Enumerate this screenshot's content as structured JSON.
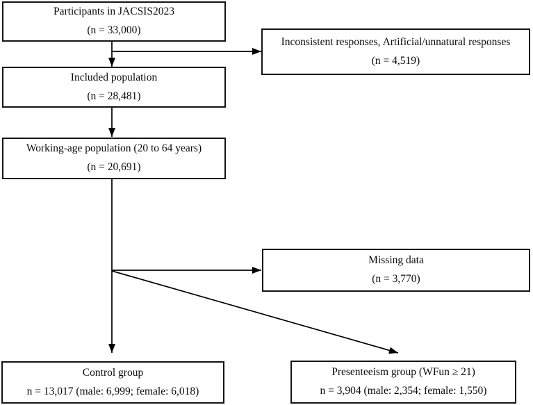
{
  "figure": {
    "type": "participant-flow-diagram",
    "background_color": "#ffffff",
    "line_color": "#000000",
    "box_border_color": "#141414",
    "boxes": [
      {
        "id": "participants",
        "line1": "Participants in JACSIS2023",
        "line2": "(n = 33,000)"
      },
      {
        "id": "inconsistent",
        "line1": "Inconsistent responses, Artificial/unnatural responses",
        "line2": "(n = 4,519)"
      },
      {
        "id": "included",
        "line1": "Included population",
        "line2": "(n = 28,481)"
      },
      {
        "id": "working_age",
        "line1": "Working-age population (20 to 64 years)",
        "line2": "(n = 20,691)"
      },
      {
        "id": "missing",
        "line1": "Missing data",
        "line2": "(n = 3,770)"
      },
      {
        "id": "control",
        "line1": "Control group",
        "line2": "n = 13,017 (male: 6,999; female: 6,018)"
      },
      {
        "id": "presenteeism",
        "line1": "Presenteeism group (WFun ≥ 21)",
        "line2": "n = 3,904 (male: 2,354; female: 1,550)"
      }
    ]
  }
}
